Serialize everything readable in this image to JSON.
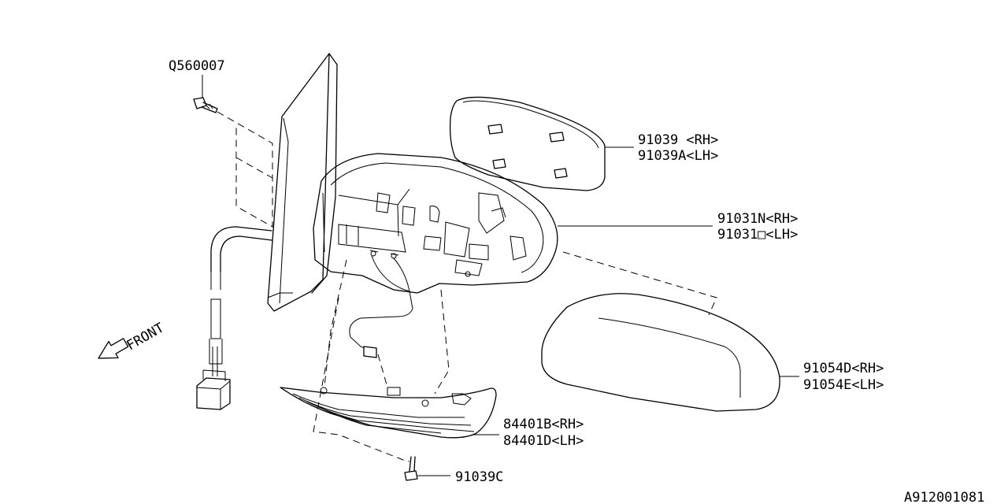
{
  "callouts": {
    "screw_top": "Q560007",
    "glass_rh": "91039 <RH>",
    "glass_lh": "91039A<LH>",
    "mirror_rh": "91031N<RH>",
    "mirror_lh": "91031□<LH>",
    "cover_rh": "91054D<RH>",
    "cover_lh": "91054E<LH>",
    "lamp_rh": "84401B<RH>",
    "lamp_lh": "84401D<LH>",
    "screw_bottom": "91039C"
  },
  "front_label": "FRONT",
  "diagram_id": "A912001081"
}
